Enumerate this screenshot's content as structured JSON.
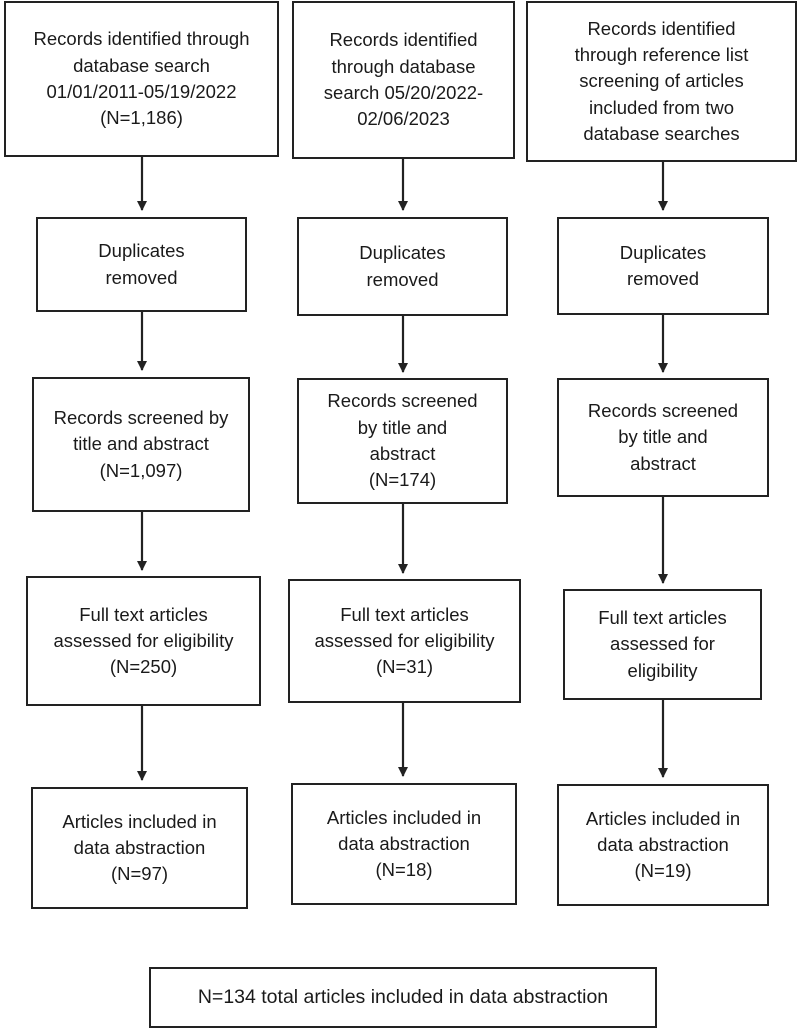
{
  "columns": [
    {
      "records": "Records identified through\ndatabase search\n01/01/2011-05/19/2022\n(N=1,186)",
      "duplicates": "Duplicates\nremoved",
      "screened": "Records screened by\ntitle and abstract\n(N=1,097)",
      "fulltext": "Full text articles\nassessed for eligibility\n(N=250)",
      "included": "Articles included in\ndata abstraction\n(N=97)"
    },
    {
      "records": "Records identified\nthrough database\nsearch 05/20/2022-\n02/06/2023",
      "duplicates": "Duplicates\nremoved",
      "screened": "Records screened\nby title and\nabstract\n(N=174)",
      "fulltext": "Full text articles\nassessed for eligibility\n(N=31)",
      "included": "Articles included in\ndata abstraction\n(N=18)"
    },
    {
      "records": "Records identified\nthrough reference list\nscreening of articles\nincluded from two\ndatabase searches",
      "duplicates": "Duplicates\nremoved",
      "screened": "Records screened\nby title and\nabstract",
      "fulltext": "Full text articles\nassessed for\neligibility",
      "included": "Articles included in\ndata abstraction\n(N=19)"
    }
  ],
  "total": "N=134 total articles included in data abstraction"
}
